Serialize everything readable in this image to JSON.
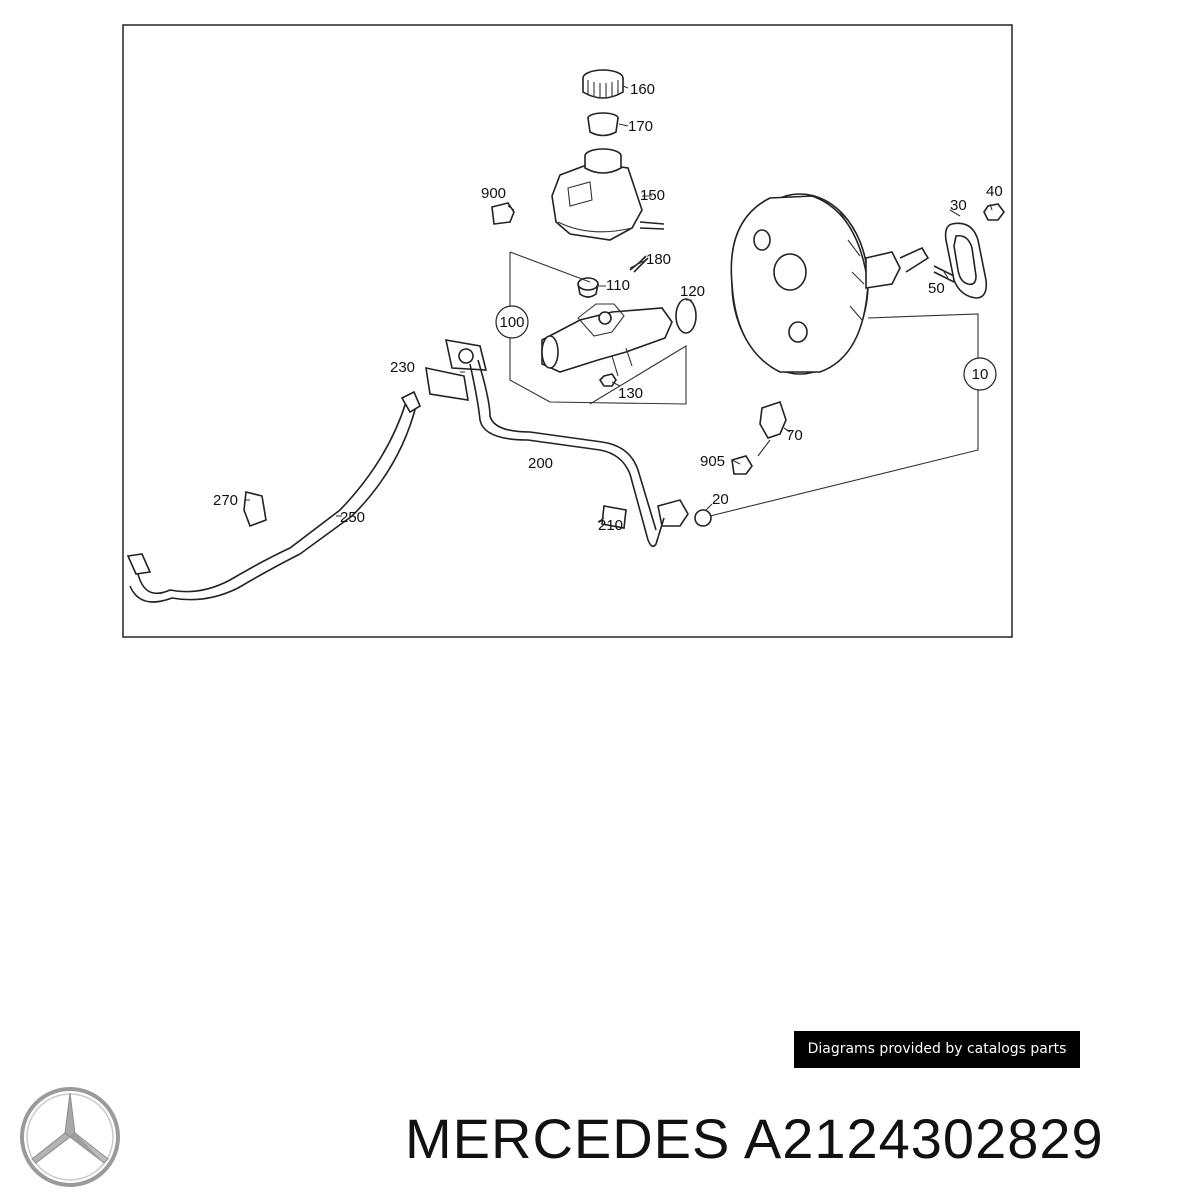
{
  "diagram": {
    "callouts": [
      "160",
      "170",
      "150",
      "900",
      "180",
      "110",
      "120",
      "100",
      "130",
      "230",
      "200",
      "40",
      "30",
      "50",
      "10",
      "70",
      "905",
      "20",
      "210",
      "270",
      "250"
    ]
  },
  "credit": "Diagrams provided by catalogs parts",
  "brand": {
    "title": "MERCEDES A2124302829",
    "logo_icon": "mercedes-star-icon"
  }
}
